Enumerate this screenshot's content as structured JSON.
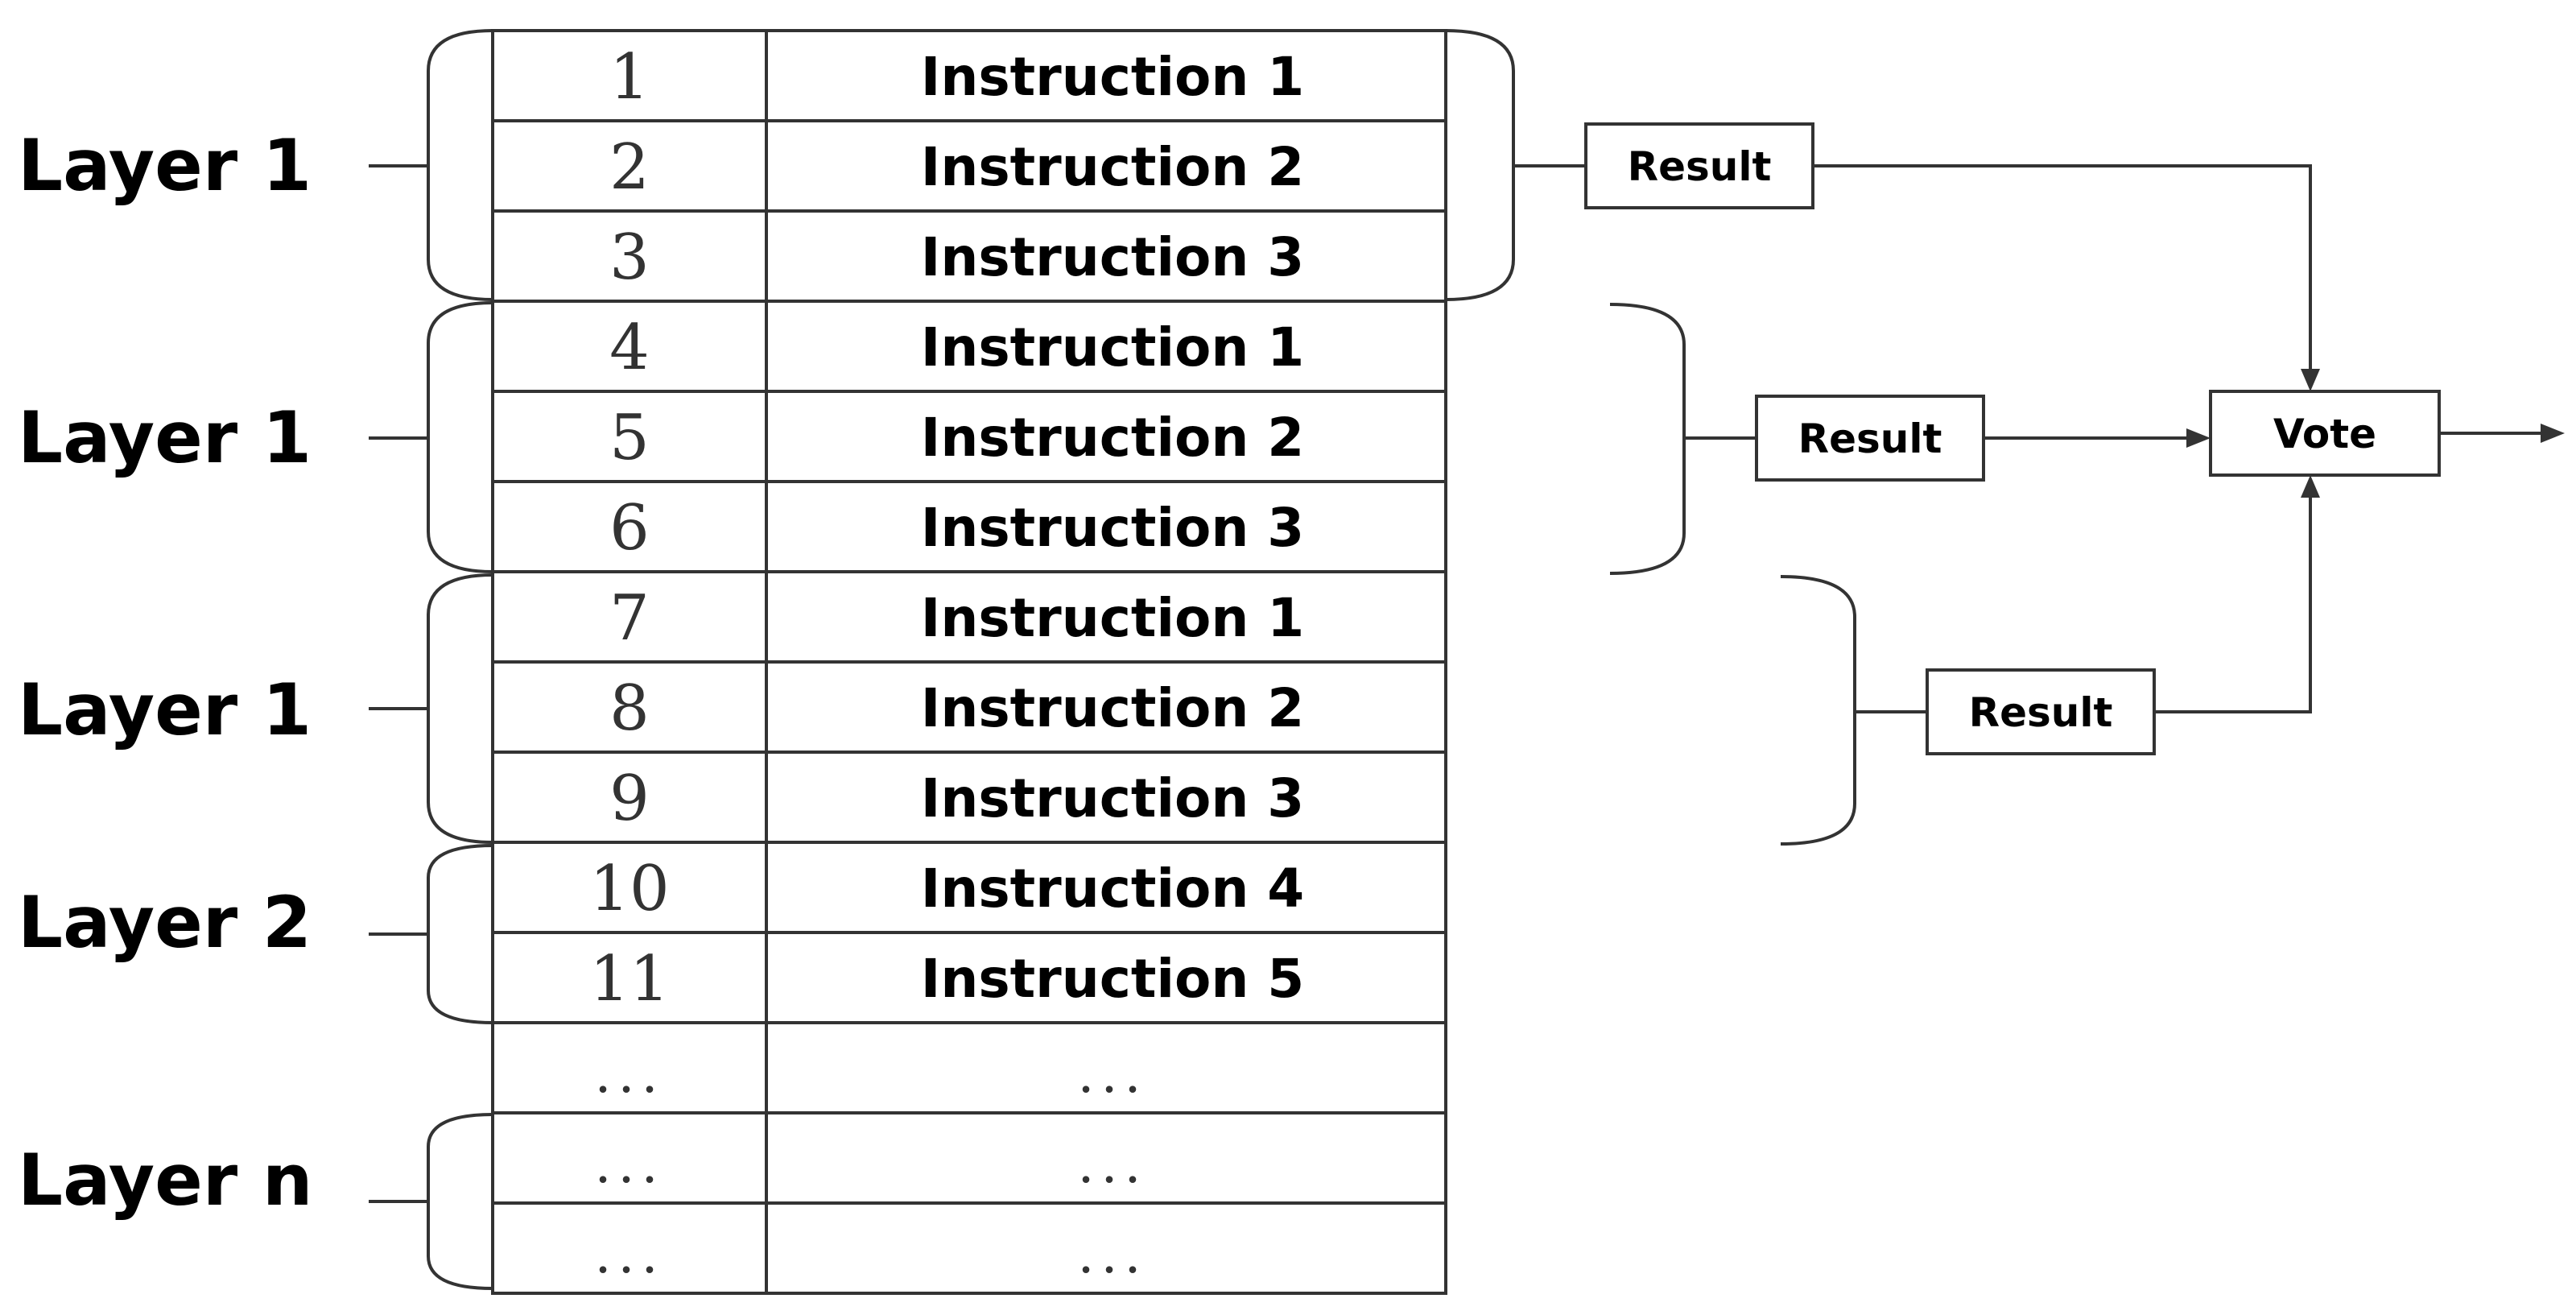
{
  "layers": [
    {
      "label": "Layer 1"
    },
    {
      "label": "Layer 1"
    },
    {
      "label": "Layer 1"
    },
    {
      "label": "Layer 2"
    },
    {
      "label": "Layer n"
    }
  ],
  "rows": [
    {
      "num": "1",
      "instruction": "Instruction 1"
    },
    {
      "num": "2",
      "instruction": "Instruction 2"
    },
    {
      "num": "3",
      "instruction": "Instruction 3"
    },
    {
      "num": "4",
      "instruction": "Instruction 1"
    },
    {
      "num": "5",
      "instruction": "Instruction 2"
    },
    {
      "num": "6",
      "instruction": "Instruction 3"
    },
    {
      "num": "7",
      "instruction": "Instruction 1"
    },
    {
      "num": "8",
      "instruction": "Instruction 2"
    },
    {
      "num": "9",
      "instruction": "Instruction 3"
    },
    {
      "num": "10",
      "instruction": "Instruction 4"
    },
    {
      "num": "11",
      "instruction": "Instruction 5"
    },
    {
      "num": "...",
      "instruction": "..."
    },
    {
      "num": "...",
      "instruction": "..."
    },
    {
      "num": "...",
      "instruction": "..."
    }
  ],
  "results": [
    {
      "label": "Result"
    },
    {
      "label": "Result"
    },
    {
      "label": "Result"
    }
  ],
  "vote": {
    "label": "Vote"
  }
}
